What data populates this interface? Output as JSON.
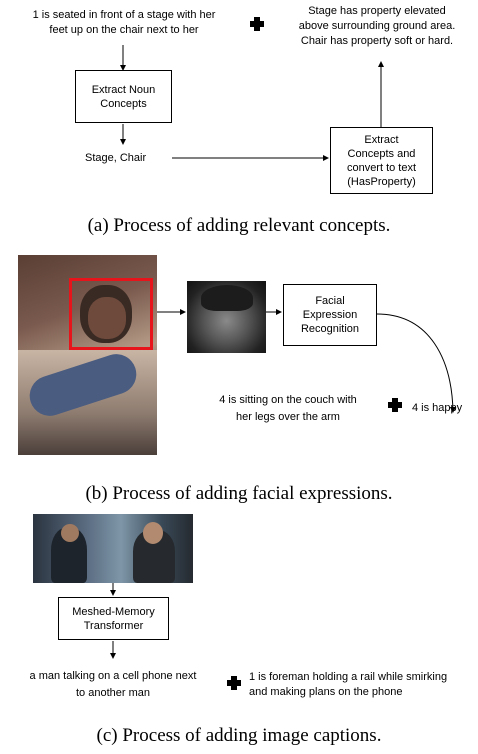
{
  "panel_a": {
    "input_line1": "1 is seated in front of a stage with her",
    "input_line2": "feet up on the chair next to her",
    "extract_noun_box": "Extract Noun\nConcepts",
    "nouns": "Stage, Chair",
    "extract_concepts_box": "Extract\nConcepts and\nconvert to text\n(HasProperty)",
    "output_line1": "Stage has property elevated",
    "output_line2": "above surrounding ground area.",
    "output_line3": "Chair has property soft or hard.",
    "caption": "(a) Process of adding relevant concepts."
  },
  "panel_b": {
    "fer_box": "Facial\nExpression\nRecognition",
    "desc_line1": "4 is sitting on the couch with",
    "desc_line2": "her legs over the arm",
    "emotion": "4 is happy",
    "caption": "(b) Process of adding facial expressions."
  },
  "panel_c": {
    "mmt_box": "Meshed-Memory\nTransformer",
    "generated_line1": "a man talking on a cell phone next",
    "generated_line2": "to another man",
    "desc_line1": "1 is foreman holding a rail while smirking",
    "desc_line2": "and making plans on the phone",
    "caption": "(c) Process of adding image captions."
  },
  "colors": {
    "face_box": "#e8141c",
    "line": "#000000"
  }
}
